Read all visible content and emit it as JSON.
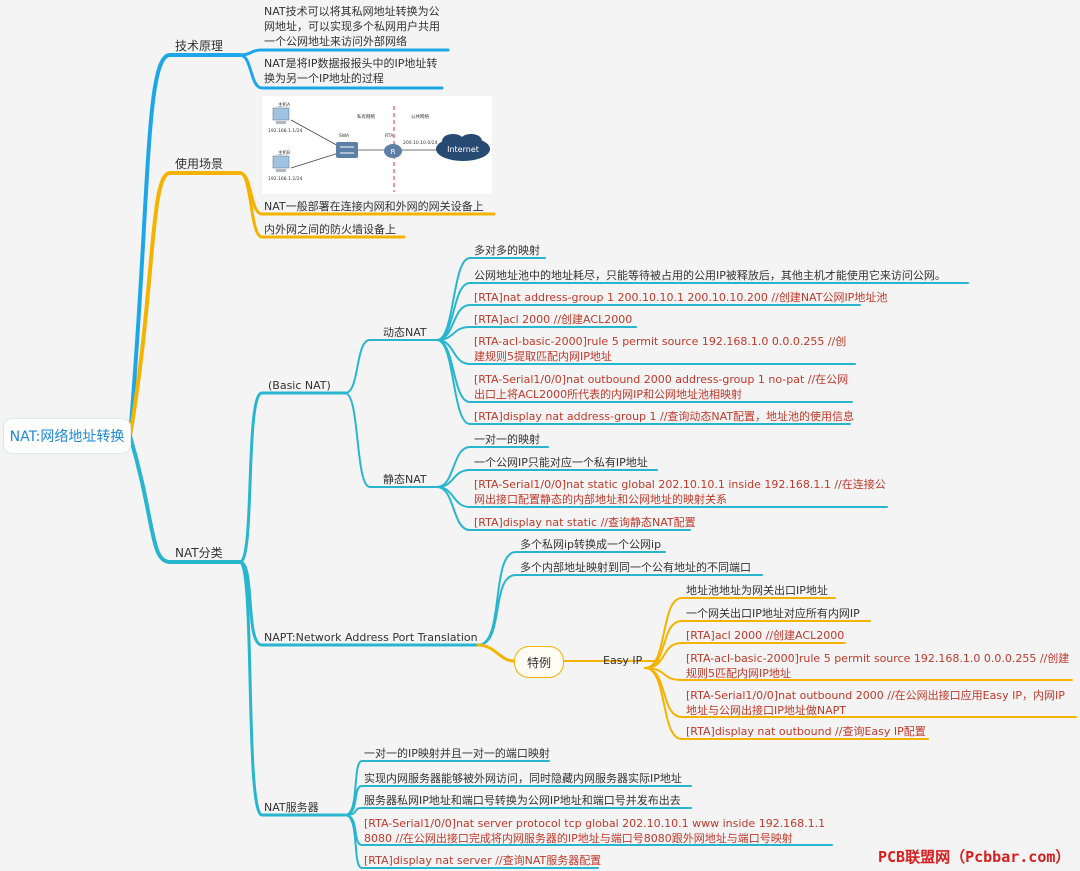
{
  "root": "NAT:网络地址转换",
  "principle": {
    "label": "技术原理",
    "items": [
      "NAT技术可以将其私网地址转换为公网地址，可以实现多个私网用户共用一个公网地址来访问外部网络",
      "NAT是将IP数据报报头中的IP地址转换为另一个IP地址的过程"
    ]
  },
  "scenario": {
    "label": "使用场景",
    "diagram": {
      "host_a": "主机A",
      "host_a_ip": "192.168.1.1/24",
      "host_b": "主机B",
      "host_b_ip": "192.168.1.2/24",
      "swa": "SWA",
      "rta": "RTA",
      "private_net": "私有网络",
      "public_net": "公共网络",
      "public_ip": "200.10.10.0/24",
      "internet": "Internet"
    },
    "items": [
      "NAT一般部署在连接内网和外网的网关设备上",
      "内外网之间的防火墙设备上"
    ]
  },
  "classification": {
    "label": "NAT分类",
    "basic": {
      "label": "(Basic NAT)",
      "dynamic": {
        "label": "动态NAT",
        "items": [
          "多对多的映射",
          "公网地址池中的地址耗尽，只能等待被占用的公用IP被释放后，其他主机才能使用它来访问公网。",
          "[RTA]nat address-group 1 200.10.10.1 200.10.10.200 //创建NAT公网IP地址池",
          "[RTA]acl 2000  //创建ACL2000",
          "[RTA-acl-basic-2000]rule 5 permit source 192.168.1.0 0.0.0.255  //创建规则5提取匹配内网IP地址",
          "[RTA-Serial1/0/0]nat outbound 2000 address-group 1 no-pat  //在公网出口上将ACL2000所代表的内网IP和公网地址池相映射",
          "[RTA]display nat address-group 1  //查询动态NAT配置，地址池的使用信息"
        ]
      },
      "static": {
        "label": "静态NAT",
        "items": [
          "一对一的映射",
          "一个公网IP只能对应一个私有IP地址",
          "[RTA-Serial1/0/0]nat static global 202.10.10.1 inside 192.168.1.1   //在连接公网出接口配置静态的内部地址和公网地址的映射关系",
          "[RTA]display nat static //查询静态NAT配置"
        ]
      }
    },
    "napt": {
      "label": "NAPT:Network Address Port Translation",
      "items": [
        "多个私网ip转换成一个公网ip",
        "多个内部地址映射到同一个公有地址的不同端口"
      ],
      "special": {
        "label": "特例",
        "easyip": {
          "label": "Easy IP",
          "items": [
            "地址池地址为网关出口IP地址",
            "一个网关出口IP地址对应所有内网IP",
            "[RTA]acl 2000  //创建ACL2000",
            "[RTA-acl-basic-2000]rule 5 permit source 192.168.1.0 0.0.0.255  //创建规则5匹配内网IP地址",
            "[RTA-Serial1/0/0]nat outbound 2000   //在公网出接口应用Easy IP，内网IP地址与公网出接口IP地址做NAPT",
            "[RTA]display nat outbound   //查询Easy IP配置"
          ]
        }
      }
    },
    "server": {
      "label": "NAT服务器",
      "items": [
        "一对一的IP映射并且一对一的端口映射",
        "实现内网服务器能够被外网访问，同时隐藏内网服务器实际IP地址",
        "服务器私网IP地址和端口号转换为公网IP地址和端口号并发布出去",
        "[RTA-Serial1/0/0]nat server protocol tcp global 202.10.10.1 www inside 192.168.1.1 8080  //在公网出接口完成将内网服务器的IP地址与端口号8080跟外网地址与端口号映射",
        "[RTA]display nat server  //查询NAT服务器配置"
      ]
    }
  },
  "watermark": "PCB联盟网（Pcbbar.com）",
  "colors": {
    "blue": "#1ea7e8",
    "teal": "#28b6cf",
    "orange": "#f5b300",
    "red": "#c0392b",
    "root_text": "#1e88d6"
  }
}
